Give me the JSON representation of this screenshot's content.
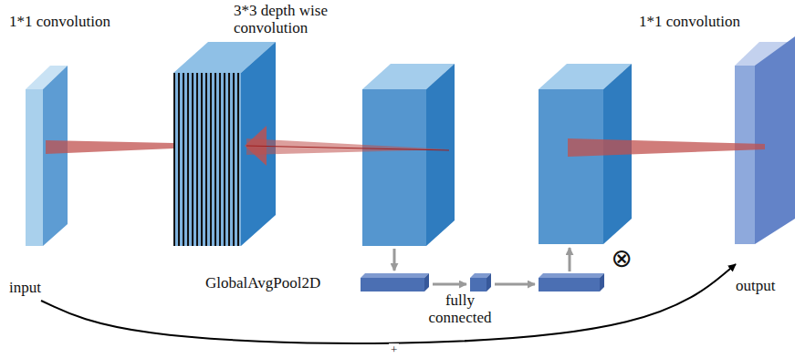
{
  "diagram": {
    "nodes": [
      {
        "text": [
          "input"
        ]
      },
      {
        "text": [
          "GlobalAvgPool2D"
        ]
      },
      {
        "text": [
          "⊗"
        ]
      },
      {
        "text": [
          "output"
        ]
      }
    ],
    "edges": [
      {
        "from": 0,
        "to": 3,
        "arrow": "to",
        "label": "+"
      }
    ],
    "labels": [
      "1*1 convolution",
      "3*3 depth wise convolution",
      "1*1 convolution",
      "fully connected"
    ]
  }
}
